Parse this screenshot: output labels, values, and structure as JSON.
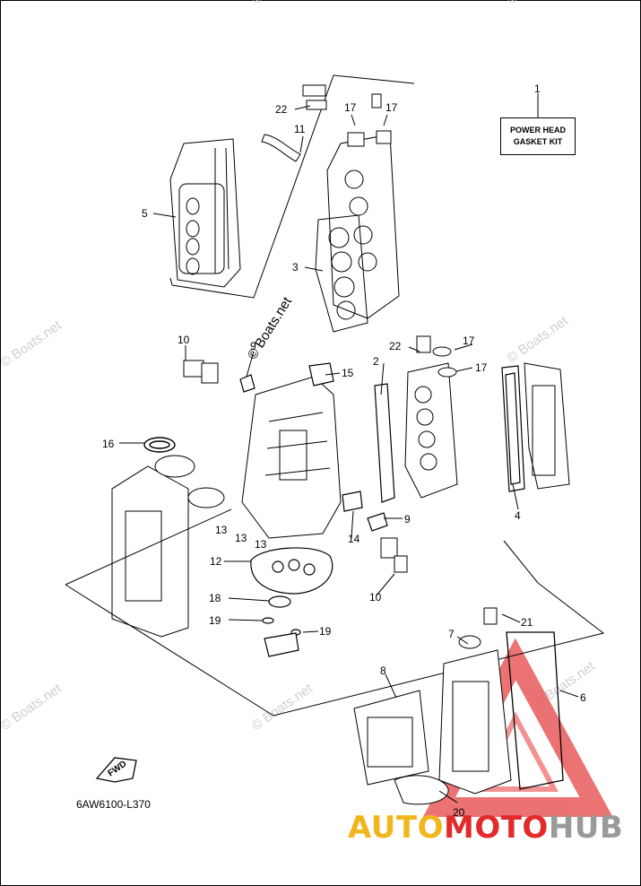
{
  "kit_box": {
    "line1": "POWER HEAD",
    "line2": "GASKET KIT"
  },
  "figure_code": "6AW6100-L370",
  "fwd_label": "FWD",
  "watermarks": [
    "© Boats.net",
    "© Boats.net",
    "© Boats.net",
    "© Boats.net",
    "© Boats.net",
    "© Boats.net",
    "© Boats.net"
  ],
  "brand": {
    "part1": "AUTO",
    "part2": "MOTO",
    "part3": "HUB"
  },
  "callouts": [
    "1",
    "2",
    "3",
    "4",
    "5",
    "6",
    "7",
    "8",
    "9",
    "9",
    "10",
    "10",
    "11",
    "12",
    "13",
    "13",
    "13",
    "14",
    "15",
    "16",
    "17",
    "17",
    "17",
    "17",
    "18",
    "19",
    "19",
    "20",
    "21",
    "22",
    "22"
  ],
  "colors": {
    "line": "#000000",
    "watermark": "#cfcfcf",
    "brand_yellow": "#f2b51c",
    "brand_red": "#e32a2a",
    "brand_gray": "#9a9a9a"
  }
}
